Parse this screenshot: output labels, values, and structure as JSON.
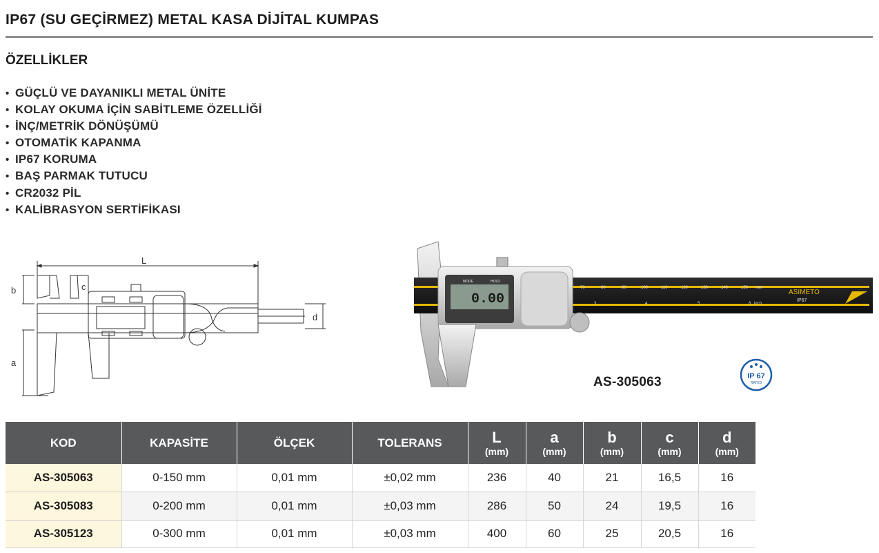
{
  "title": "IP67 (SU GEÇİRMEZ) METAL KASA DİJİTAL KUMPAS",
  "features_heading": "ÖZELLİKLER",
  "features": [
    "GÜÇLÜ VE DAYANIKLI METAL ÜNİTE",
    "KOLAY OKUMA İÇİN SABİTLEME ÖZELLİĞİ",
    "İNÇ/METRİK DÖNÜŞÜMÜ",
    "OTOMATİK KAPANMA",
    "IP67 KORUMA",
    "BAŞ PARMAK TUTUCU",
    "CR2032 PİL",
    "KALİBRASYON SERTİFİKASI"
  ],
  "bullet": "•",
  "diagram": {
    "labels": {
      "L": "L",
      "a": "a",
      "b": "b",
      "c": "c",
      "d": "d"
    }
  },
  "photo": {
    "display_value": "0.00",
    "mode_label": "MODE",
    "hold_label": "HOLD",
    "brand": "ASIMETO",
    "rating": "IP67",
    "scale_top": [
      "70",
      "80",
      "90",
      "100",
      "110",
      "120",
      "130",
      "140",
      "150"
    ],
    "scale_bottom": [
      "3",
      "4",
      "5",
      "6"
    ],
    "scale_unit_top": "mm",
    "scale_unit_bottom": "inch"
  },
  "model_label": "AS-305063",
  "ip_badge": {
    "text": "IP 67",
    "sub": "RATED"
  },
  "table": {
    "headers": {
      "kod": "KOD",
      "kapasite": "KAPASİTE",
      "olcek": "ÖLÇEK",
      "tolerans": "TOLERANS",
      "L": "L",
      "a": "a",
      "b": "b",
      "c": "c",
      "d": "d",
      "unit": "(mm)"
    },
    "rows": [
      {
        "kod": "AS-305063",
        "kapasite": "0-150 mm",
        "olcek": "0,01 mm",
        "tolerans": "±0,02 mm",
        "L": "236",
        "a": "40",
        "b": "21",
        "c": "16,5",
        "d": "16"
      },
      {
        "kod": "AS-305083",
        "kapasite": "0-200 mm",
        "olcek": "0,01 mm",
        "tolerans": "±0,03 mm",
        "L": "286",
        "a": "50",
        "b": "24",
        "c": "19,5",
        "d": "16"
      },
      {
        "kod": "AS-305123",
        "kapasite": "0-300 mm",
        "olcek": "0,01 mm",
        "tolerans": "±0,03 mm",
        "L": "400",
        "a": "60",
        "b": "25",
        "c": "20,5",
        "d": "16"
      }
    ]
  },
  "colors": {
    "header_bg": "#58595b",
    "code_bg": "#fdf7dd",
    "alt_row_bg": "#f4f4f4",
    "accent_yellow": "#e6b800",
    "ip_badge_blue": "#1f5fa8"
  }
}
